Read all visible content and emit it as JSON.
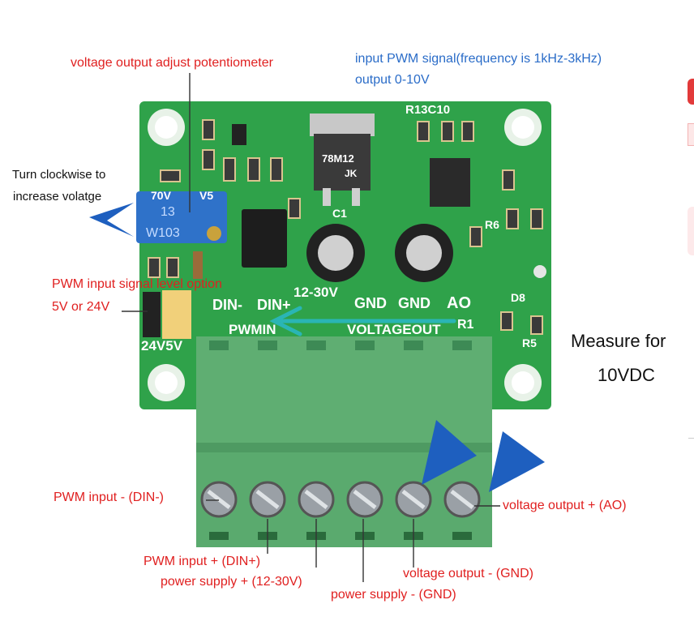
{
  "annotations": {
    "pot_label": "voltage output adjust potentiometer",
    "input_signal_line1": "input PWM signal(frequency is 1kHz-3kHz)",
    "input_signal_line2": "output 0-10V",
    "turn_line1": "Turn clockwise to",
    "turn_line2": "increase volatge",
    "level_line1": "PWM input signal level option",
    "level_line2": "5V or 24V",
    "measure_line1": "Measure for",
    "measure_line2": "10VDC",
    "pwm_in_minus": "PWM input - (DIN-)",
    "pwm_in_plus": "PWM input + (DIN+)",
    "power_plus": "power supply + (12-30V)",
    "power_minus": "power supply - (GND)",
    "vout_minus": "voltage output - (GND)",
    "vout_plus": "voltage output + (AO)"
  },
  "board_text": {
    "din_minus": "DIN-",
    "din_plus": "DIN+",
    "volts_range": "12-30V",
    "gnd1": "GND",
    "gnd2": "GND",
    "ao": "AO",
    "pwmin": "PWMIN",
    "voltageout": "VOLTAGEOUT",
    "jumper_24v5v": "24V5V",
    "pot_code": "W103",
    "pot_num": "13",
    "regulator": "78M12",
    "regulator_sub": "JK",
    "r13c10": "R13C10",
    "r1": "R1",
    "r5": "R5",
    "r6": "R6",
    "c1": "C1",
    "d8": "D8",
    "v5": "V5",
    "v70": "70V"
  },
  "colors": {
    "pcb": "#2fa24a",
    "terminal": "#5fae72",
    "arrow_blue": "#1e5fbf",
    "arrow_cyan": "#2ab5b5",
    "label_red": "#e02020",
    "label_blue": "#2a6cc8"
  }
}
